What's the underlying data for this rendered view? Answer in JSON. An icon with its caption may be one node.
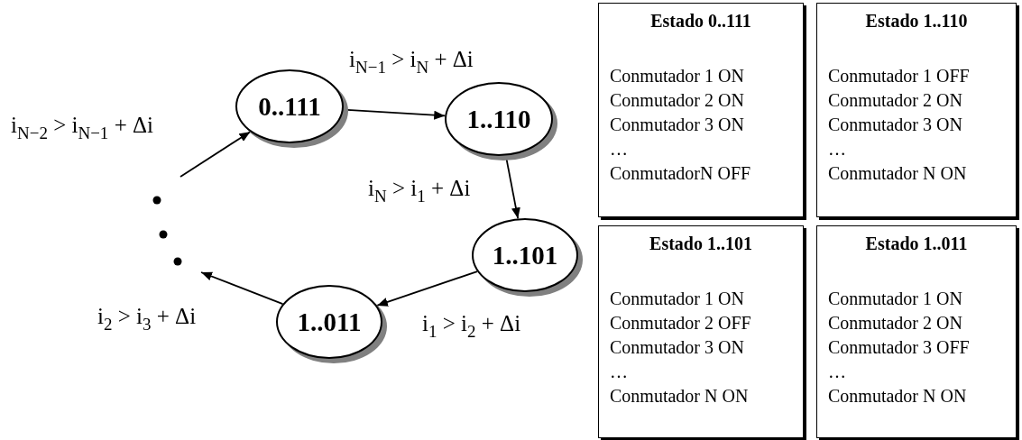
{
  "diagram": {
    "nodes": [
      {
        "text": [
          "0..111"
        ]
      },
      {
        "text": [
          "1..110"
        ]
      },
      {
        "text": [
          "1..101"
        ]
      },
      {
        "text": [
          "1..011"
        ]
      },
      {
        "text": [
          "Estado 0..111",
          "Conmutador 1 ON",
          "Conmutador 2 ON",
          "Conmutador 3 ON",
          "…",
          "ConmutadorN OFF"
        ]
      },
      {
        "text": [
          "Estado 1..110",
          "Conmutador 1 OFF",
          "Conmutador 2 ON",
          "Conmutador 3 ON",
          "…",
          "Conmutador N ON"
        ]
      },
      {
        "text": [
          "Estado 1..101",
          "Conmutador 1 ON",
          "Conmutador 2 OFF",
          "Conmutador 3 ON",
          "…",
          "Conmutador N ON"
        ]
      },
      {
        "text": [
          "Estado 1..011",
          "Conmutador 1 ON",
          "Conmutador 2 ON",
          "Conmutador 3 OFF",
          "…",
          "Conmutador N ON"
        ]
      }
    ],
    "edges": [
      {
        "from": null,
        "to": 0,
        "arrow": "to",
        "label": "i$_{N−2}$ > i$_{N−1}$ + Δi"
      },
      {
        "from": 0,
        "to": 1,
        "arrow": "to",
        "label": "i$_{N−1}$ > i$_{N}$ + Δi"
      },
      {
        "from": 1,
        "to": 2,
        "arrow": "to",
        "label": "i$_{N}$ > i$_{1}$ + Δi"
      },
      {
        "from": 2,
        "to": 3,
        "arrow": "to",
        "label": "i$_{1}$ > i$_{2}$ + Δi"
      },
      {
        "from": 3,
        "to": null,
        "arrow": "to",
        "label": "i$_{2}$ > i$_{3}$ + Δi"
      }
    ]
  }
}
